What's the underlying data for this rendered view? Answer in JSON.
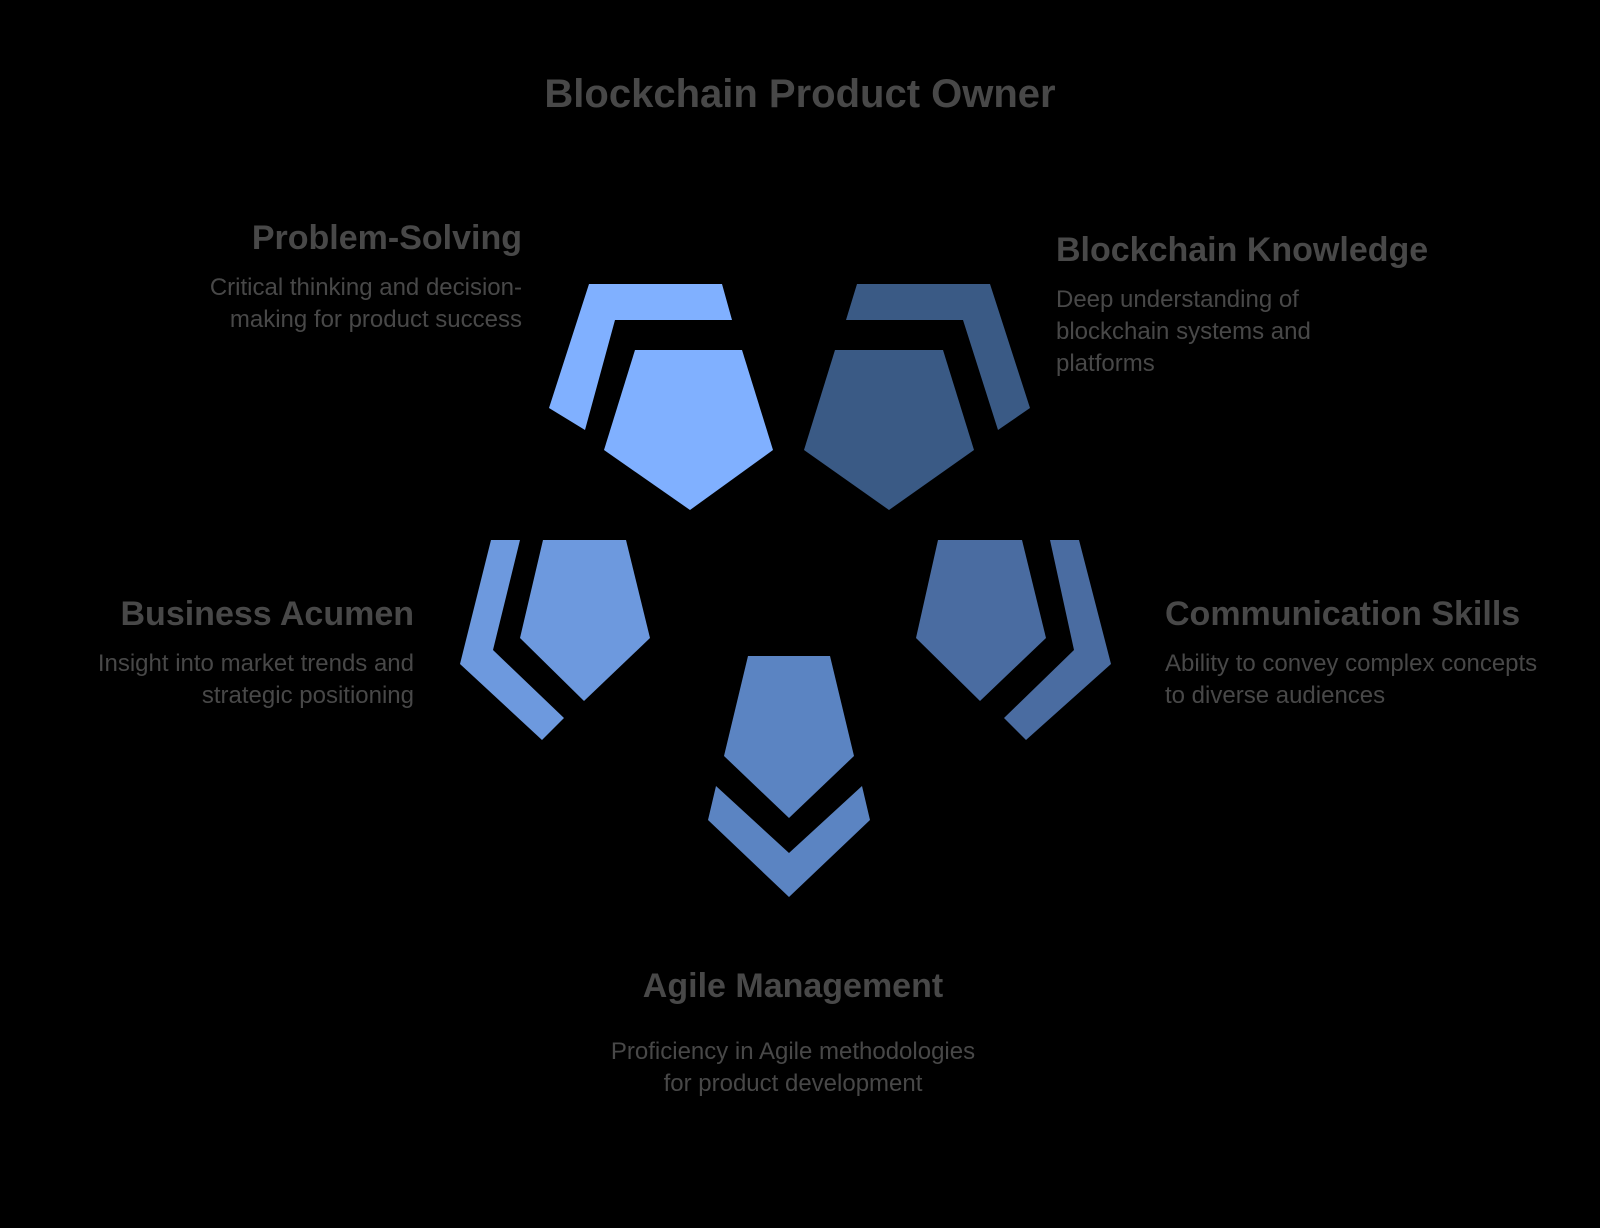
{
  "title": "Blockchain Product Owner",
  "colors": {
    "problem_solving": "#80B0FF",
    "blockchain_knowledge": "#3A5A85",
    "business_acumen": "#6D99DE",
    "communication_skills": "#4A6CA1",
    "agile_management": "#5B84C2",
    "text": "#484848",
    "background": "#000000"
  },
  "items": [
    {
      "key": "problem_solving",
      "title": "Problem-Solving",
      "description": "Critical thinking and decision-making for product success"
    },
    {
      "key": "blockchain_knowledge",
      "title": "Blockchain Knowledge",
      "description": "Deep understanding of blockchain systems and platforms"
    },
    {
      "key": "business_acumen",
      "title": "Business Acumen",
      "description": "Insight into market trends and strategic positioning"
    },
    {
      "key": "communication_skills",
      "title": "Communication Skills",
      "description": "Ability to convey complex concepts to diverse audiences"
    },
    {
      "key": "agile_management",
      "title": "Agile Management",
      "description": "Proficiency in Agile methodologies for product development"
    }
  ]
}
